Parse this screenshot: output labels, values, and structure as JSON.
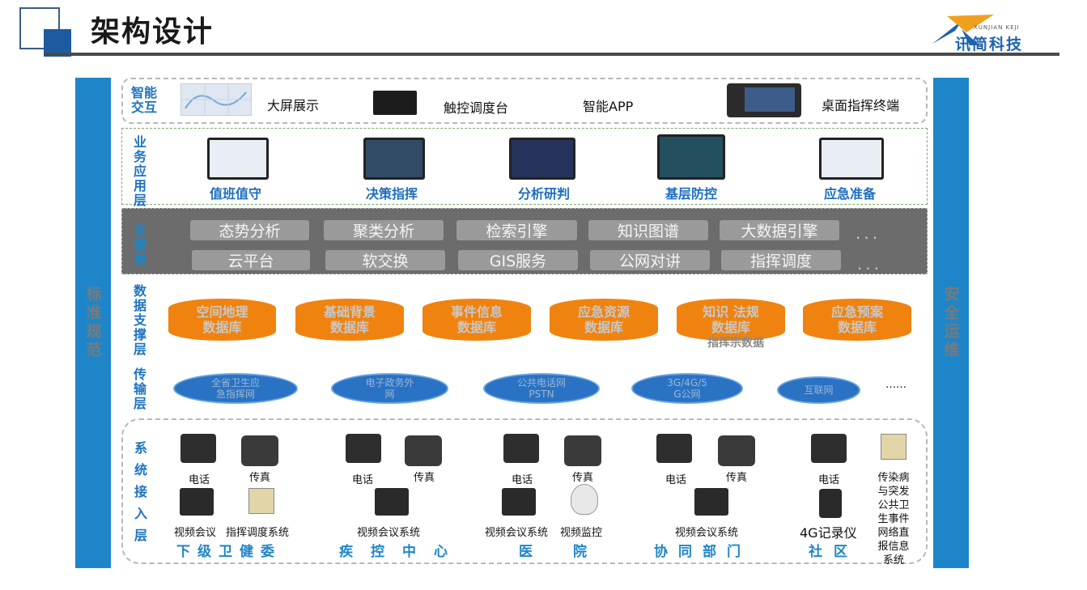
{
  "header": {
    "title": "架构设计",
    "logo_text": "讯简科技",
    "logo_sub": "XUNJIAN KEJI"
  },
  "side": {
    "left": "标准规范",
    "right": "安全运维"
  },
  "layers": {
    "interact": "智能交互",
    "biz": "业务应用层",
    "support": "支撑层",
    "data": "数据支撑层",
    "transport": "传输层",
    "access": "系统接入层"
  },
  "interact_items": [
    "大屏展示",
    "触控调度台",
    "智能APP",
    "桌面指挥终端"
  ],
  "biz_items": [
    "值班值守",
    "决策指挥",
    "分析研判",
    "基层防控",
    "应急准备"
  ],
  "support_row1": [
    "态势分析",
    "聚类分析",
    "检索引擎",
    "知识图谱",
    "大数据引擎"
  ],
  "support_row2": [
    "云平台",
    "软交换",
    "GIS服务",
    "公网对讲",
    "指挥调度"
  ],
  "dots": "...",
  "databases": [
    {
      "l1": "空间地理",
      "l2": "数据库"
    },
    {
      "l1": "基础背景",
      "l2": "数据库"
    },
    {
      "l1": "事件信息",
      "l2": "数据库"
    },
    {
      "l1": "应急资源",
      "l2": "数据库"
    },
    {
      "l1": "知识 法规",
      "l2": "数据库"
    },
    {
      "l1": "应急预案",
      "l2": "数据库"
    }
  ],
  "db_extra": "指挥宗数据",
  "networks": [
    {
      "l1": "全省卫生应",
      "l2": "急指挥网"
    },
    {
      "l1": "电子政务外",
      "l2": "网"
    },
    {
      "l1": "公共电话网",
      "l2": "PSTN"
    },
    {
      "l1": "3G/4G/5",
      "l2": "G公网"
    },
    {
      "l1": "互联网",
      "l2": ""
    }
  ],
  "net_more": "……",
  "access": {
    "phone": "电话",
    "fax": "传真",
    "video_conf": "视频会议",
    "video_conf_sys": "视频会议系统",
    "dispatch_sys": "指挥调度系统",
    "video_monitor": "视频监控",
    "recorder": "4G记录仪",
    "report_sys": "传染病与突发公共卫生事件网络直报信息系统"
  },
  "sites": [
    "下级卫健委",
    "疾控中心",
    "医院",
    "协同部门",
    "社区"
  ]
}
